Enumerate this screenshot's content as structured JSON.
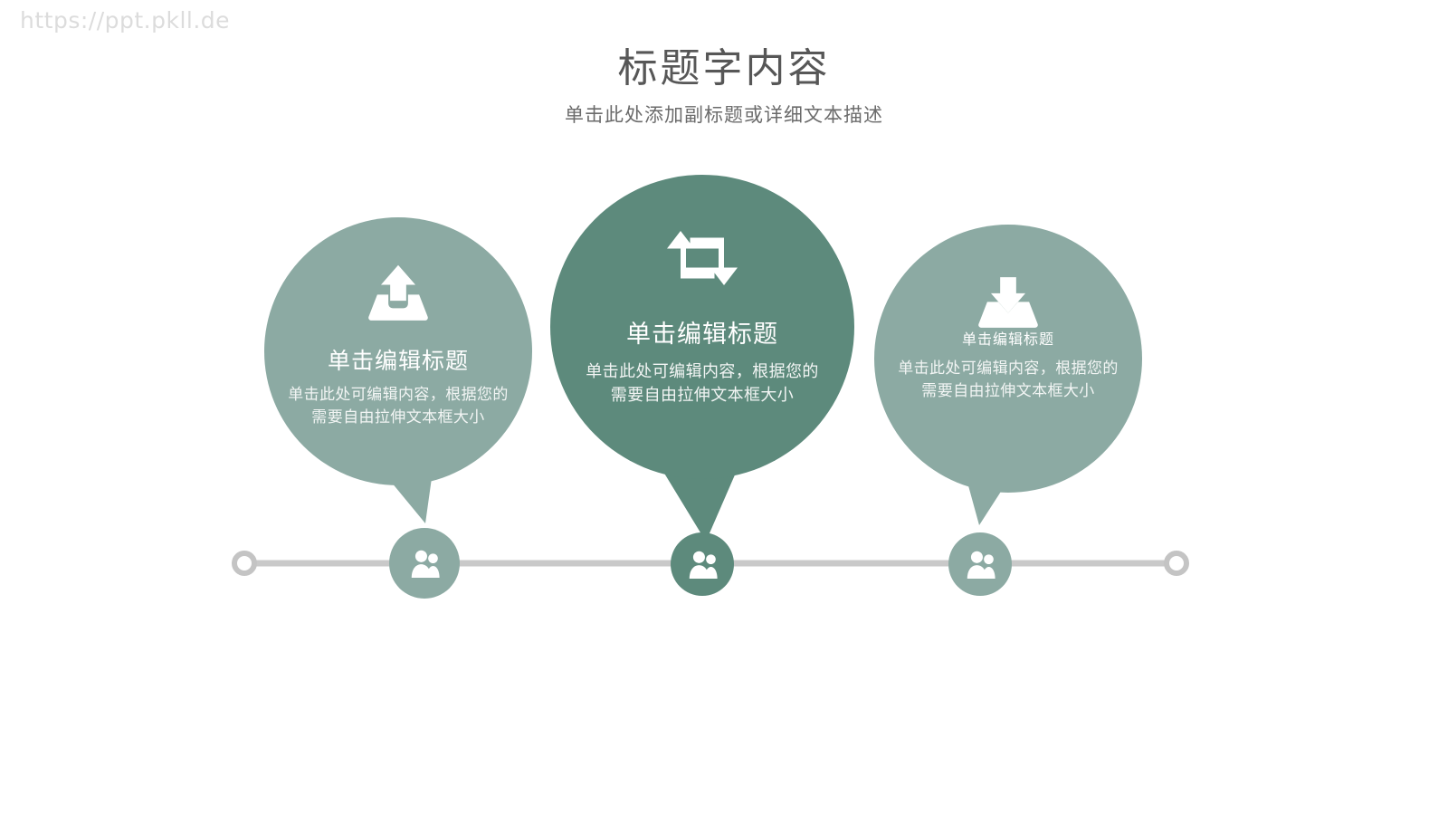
{
  "watermark": "https://ppt.pkll.de",
  "header": {
    "title": "标题字内容",
    "subtitle": "单击此处添加副标题或详细文本描述"
  },
  "colors": {
    "side_bubble": "#8CAAA3",
    "center_bubble": "#5D8A7C",
    "node_side": "#8CAAA3",
    "node_center": "#5D8A7C",
    "timeline_line": "#C9C9C9",
    "endpoint_stroke": "#C4C4C4",
    "title_text": "#575757",
    "subtitle_text": "#6B6B6B",
    "bubble_text": "#FFFFFF",
    "watermark_text": "#DCDCDC"
  },
  "items": [
    {
      "id": "left",
      "icon": "upload-icon",
      "title": "单击编辑标题",
      "body": "单击此处可编辑内容，根据您的需要自由拉伸文本框大小",
      "node_icon": "people-icon"
    },
    {
      "id": "center",
      "icon": "refresh-cycle-icon",
      "title": "单击编辑标题",
      "body": "单击此处可编辑内容，根据您的需要自由拉伸文本框大小",
      "node_icon": "people-icon"
    },
    {
      "id": "right",
      "icon": "download-icon",
      "title": "单击编辑标题",
      "body": "单击此处可编辑内容，根据您的需要自由拉伸文本框大小",
      "node_icon": "people-icon"
    }
  ],
  "timeline": {
    "left_endpoint": "endpoint-circle",
    "right_endpoint": "endpoint-circle"
  }
}
